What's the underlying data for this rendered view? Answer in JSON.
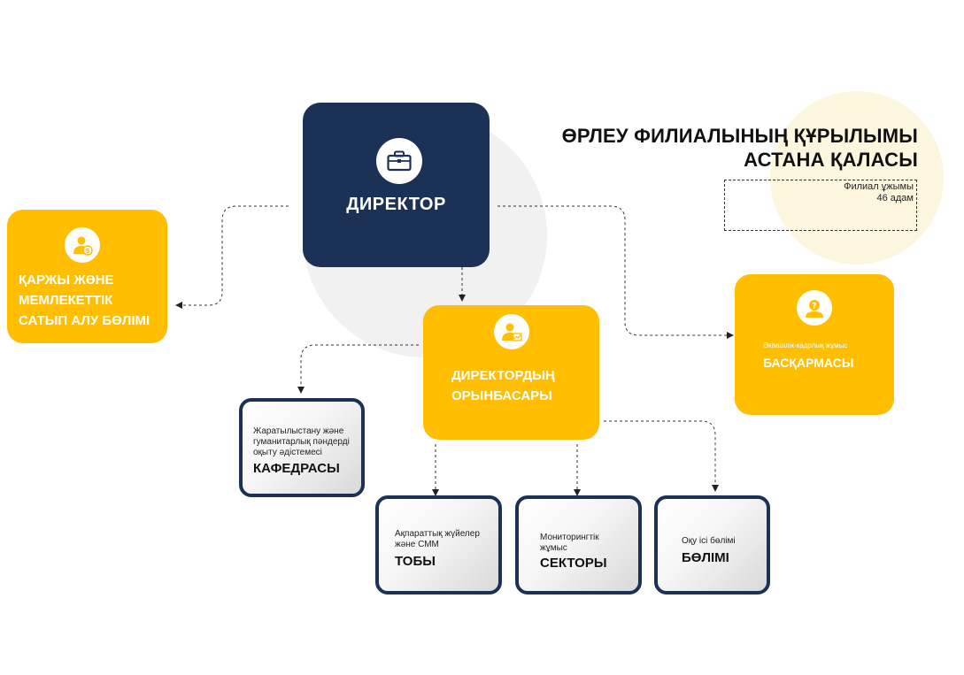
{
  "title": {
    "line1": "ӨРЛЕУ ФИЛИАЛЫНЫҢ ҚҰРЫЛЫМЫ",
    "line2": "АСТАНА ҚАЛАСЫ"
  },
  "staff": {
    "line1": "Филиал ұжымы",
    "line2": "46 адам"
  },
  "nodes": {
    "director": {
      "label": "ДИРЕКТОР",
      "icon": "briefcase-icon"
    },
    "finance": {
      "line1": "ҚАРЖЫ ЖӘНЕ",
      "line2": "МЕМЛЕКЕТТІК",
      "line3": "САТЫП АЛУ БӨЛІМІ",
      "icon": "user-dollar-icon"
    },
    "deputy": {
      "line1": "ДИРЕКТОРДЫҢ",
      "line2": "ОРЫНБАСАРЫ",
      "icon": "user-chart-icon"
    },
    "admin": {
      "subtitle": "Әкімшілік-кадрлық жұмыс",
      "label": "БАСҚАРМАСЫ",
      "icon": "user-question-icon"
    },
    "department": {
      "sub1": "Жаратылыстану және",
      "sub2": "гуманитарлық пәндерді",
      "sub3": "оқыту әдістемесі",
      "label": "КАФЕДРАСЫ"
    },
    "it_group": {
      "sub1": "Ақпараттық жүйелер",
      "sub2": "және СММ",
      "label": "ТОБЫ"
    },
    "monitoring": {
      "sub1": "Мониторингтік",
      "sub2": "жұмыс",
      "label": "СЕКТОРЫ"
    },
    "education": {
      "sub1": "Оқу ісі бөлімі",
      "label": "БӨЛІМІ"
    }
  },
  "colors": {
    "navy": "#1c3156",
    "yellow": "#ffbe00",
    "circle_gray": "#f1f1f1",
    "circle_cream": "#fdf6df"
  }
}
